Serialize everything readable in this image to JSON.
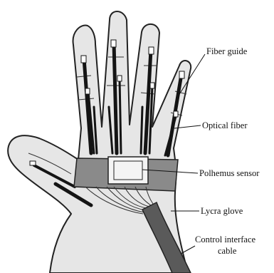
{
  "labels": {
    "fiber_guide": "Fiber guide",
    "optical_fiber": "Optical fiber",
    "polhemus_sensor": "Polhemus sensor",
    "lycra_glove": "Lycra glove",
    "control_cable_line1": "Control interface",
    "control_cable_line2": "cable"
  },
  "colors": {
    "glove_fill": "#e6e6e6",
    "outline": "#222222",
    "band": "#8a8a8a",
    "cable": "#5a5a5a",
    "fiber": "#141414"
  }
}
